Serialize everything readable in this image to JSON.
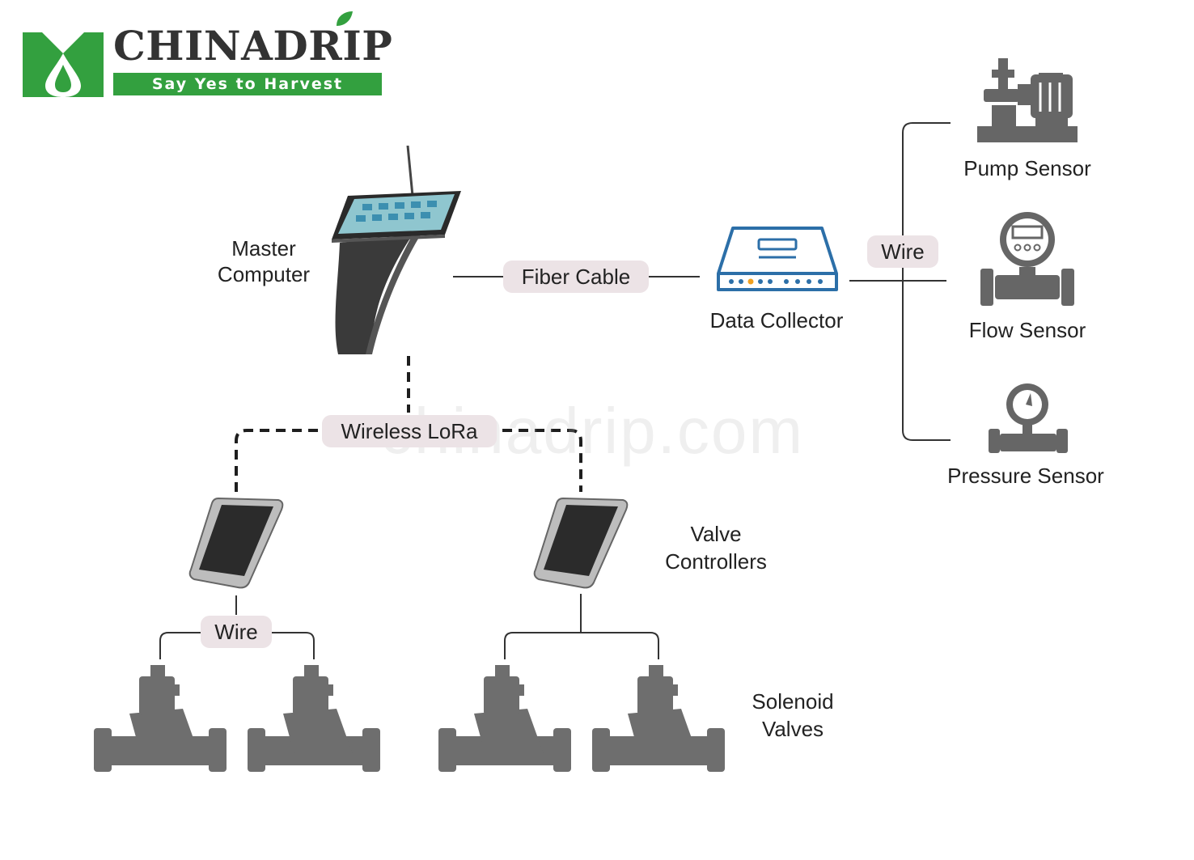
{
  "brand": {
    "name": "CHINADRIP",
    "tagline": "Say Yes to Harvest"
  },
  "watermark": "chinadrip.com",
  "nodes": {
    "master_computer": "Master\nComputer",
    "data_collector": "Data Collector",
    "pump_sensor": "Pump Sensor",
    "flow_sensor": "Flow Sensor",
    "pressure_sensor": "Pressure Sensor",
    "valve_controllers": "Valve\nControllers",
    "solenoid_valves": "Solenoid\nValves"
  },
  "connections": {
    "fiber_cable": "Fiber Cable",
    "wire_sensors": "Wire",
    "wireless": "Wireless LoRa",
    "wire_valves": "Wire"
  },
  "colors": {
    "brand_green": "#33a03f",
    "collector_blue": "#2c6fa8",
    "device_gray": "#6e6e6e",
    "pill_bg": "#ece3e6"
  }
}
